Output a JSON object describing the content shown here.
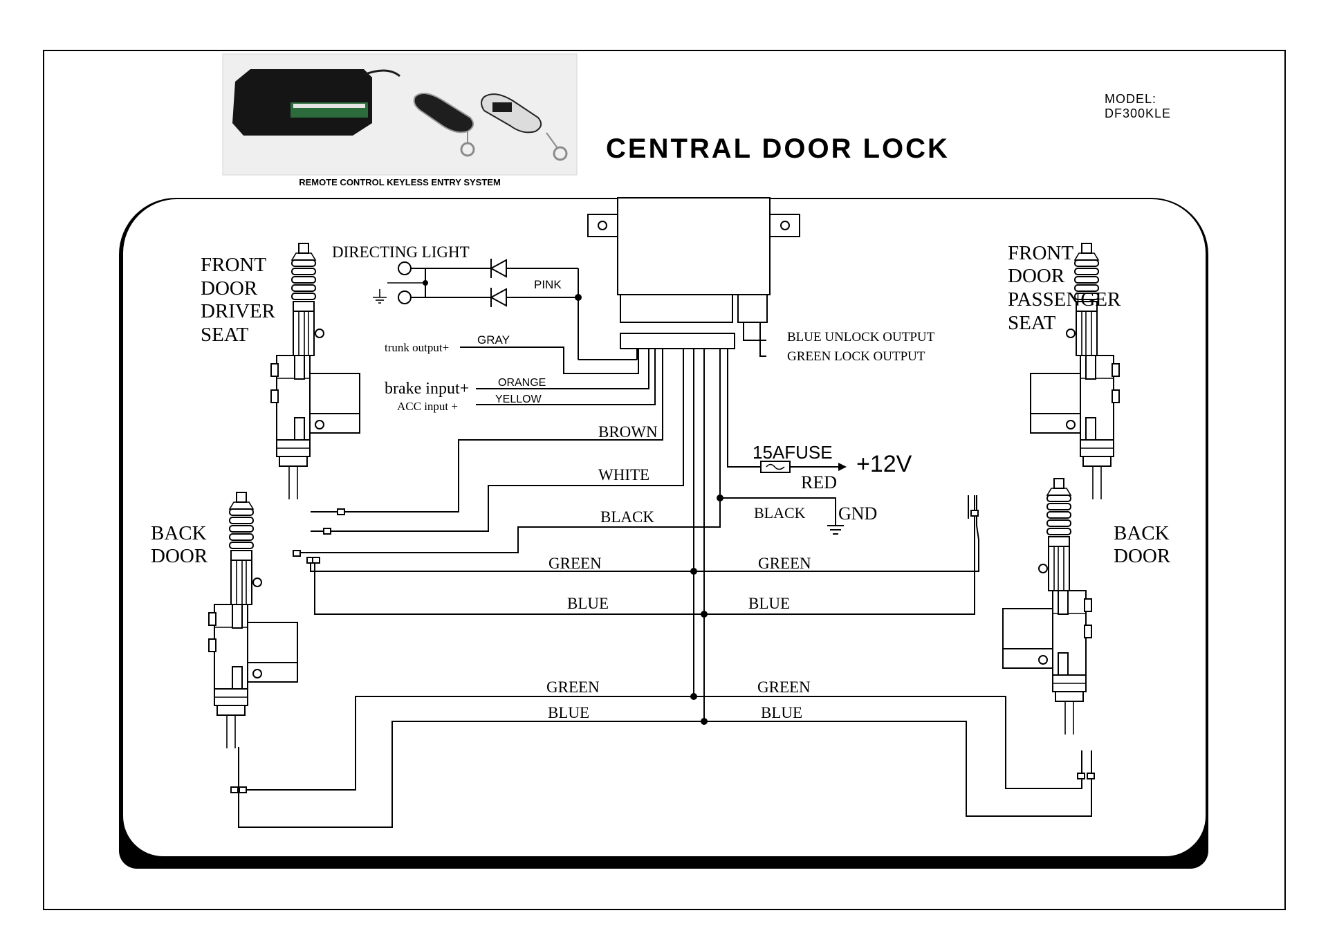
{
  "header": {
    "photo_caption": "REMOTE CONTROL KEYLESS ENTRY SYSTEM",
    "title": "CENTRAL DOOR LOCK",
    "model_label": "MODEL:",
    "model_value": "DF300KLE"
  },
  "actuators": {
    "front_driver": [
      "FRONT",
      "DOOR",
      "DRIVER",
      "SEAT"
    ],
    "front_passenger": [
      "FRONT",
      "DOOR",
      "PASSENGER",
      "SEAT"
    ],
    "back_left": [
      "BACK",
      "DOOR"
    ],
    "back_right": [
      "BACK",
      "DOOR"
    ]
  },
  "signals": {
    "directing_light": "DIRECTING LIGHT",
    "pink": "PINK",
    "trunk_output": "trunk output+",
    "gray": "GRAY",
    "brake_input": "brake input+",
    "orange": "ORANGE",
    "acc_input": "ACC input +",
    "yellow": "YELLOW",
    "blue_unlock": "BLUE UNLOCK OUTPUT",
    "green_lock": "GREEN LOCK OUTPUT",
    "brown": "BROWN",
    "white": "WHITE",
    "black": "BLACK",
    "fuse": "15AFUSE",
    "plus12v": "+12V",
    "red": "RED",
    "black_gnd": "BLACK",
    "gnd": "GND"
  },
  "wires": {
    "green_front_left": "GREEN",
    "green_front_right": "GREEN",
    "blue_front_left": "BLUE",
    "blue_front_right": "BLUE",
    "green_back_left": "GREEN",
    "green_back_right": "GREEN",
    "blue_back_left": "BLUE",
    "blue_back_right": "BLUE"
  }
}
